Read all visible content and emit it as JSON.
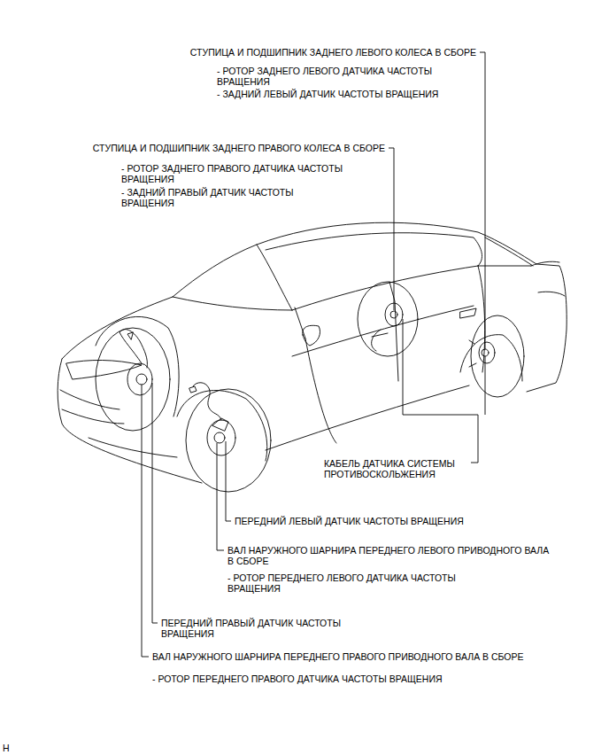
{
  "diagram": {
    "labels": [
      "СТУПИЦА И ПОДШИПНИК ЗАДНЕГО ЛЕВОГО КОЛЕСА В СБОРЕ",
      "- РОТОР ЗАДНЕГО ЛЕВОГО ДАТЧИКА ЧАСТОТЫ ВРАЩЕНИЯ",
      "- ЗАДНИЙ ЛЕВЫЙ ДАТЧИК ЧАСТОТЫ ВРАЩЕНИЯ",
      "СТУПИЦА И ПОДШИПНИК ЗАДНЕГО ПРАВОГО КОЛЕСА В СБОРЕ",
      "- РОТОР ЗАДНЕГО ПРАВОГО ДАТЧИКА ЧАСТОТЫ ВРАЩЕНИЯ",
      "- ЗАДНИЙ ПРАВЫЙ ДАТЧИК ЧАСТОТЫ ВРАЩЕНИЯ",
      "КАБЕЛЬ ДАТЧИКА СИСТЕМЫ ПРОТИВОСКОЛЬЖЕНИЯ",
      "ПЕРЕДНИЙ ЛЕВЫЙ ДАТЧИК ЧАСТОТЫ ВРАЩЕНИЯ",
      "ВАЛ НАРУЖНОГО ШАРНИРА ПЕРЕДНЕГО ЛЕВОГО ПРИВОДНОГО ВАЛА В СБОРЕ",
      "- РОТОР ПЕРЕДНЕГО ЛЕВОГО ДАТЧИКА ЧАСТОТЫ ВРАЩЕНИЯ",
      "ПЕРЕДНИЙ ПРАВЫЙ ДАТЧИК ЧАСТОТЫ ВРАЩЕНИЯ",
      "ВАЛ НАРУЖНОГО ШАРНИРА ПЕРЕДНЕГО ПРАВОГО ПРИВОДНОГО ВАЛА В СБОРЕ",
      "- РОТОР ПЕРЕДНЕГО ПРАВОГО ДАТЧИКА ЧАСТОТЫ ВРАЩЕНИЯ",
      "H"
    ]
  }
}
